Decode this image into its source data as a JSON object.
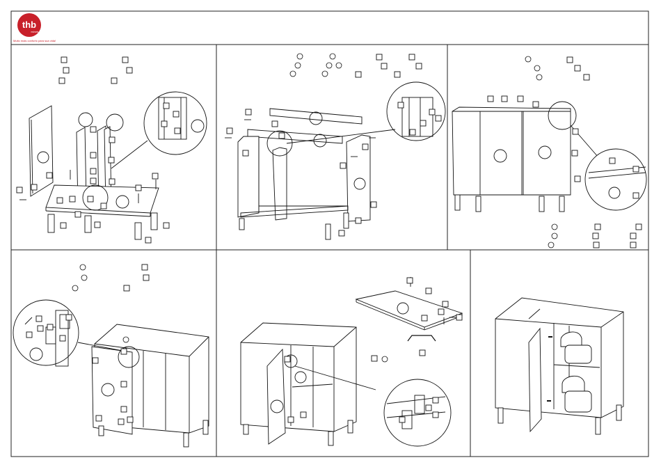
{
  "brand": {
    "logo_text": "thb",
    "logo_subtext": "móveis",
    "tagline": "Muito mais conforto para sua vida!",
    "logo_color": "#c8202a"
  },
  "colors": {
    "line": "#111111",
    "frame": "#222222"
  },
  "steps": [
    {
      "id": "step-1",
      "content": "side panels, partitions, base and legs assembly"
    },
    {
      "id": "step-2",
      "content": "top rails and back supports assembly"
    },
    {
      "id": "step-3",
      "content": "back panel attachment"
    },
    {
      "id": "step-4",
      "content": "left door hinge assembly"
    },
    {
      "id": "step-5",
      "content": "right door hinge and handle assembly"
    },
    {
      "id": "step-6",
      "content": "finished cabinet"
    }
  ]
}
